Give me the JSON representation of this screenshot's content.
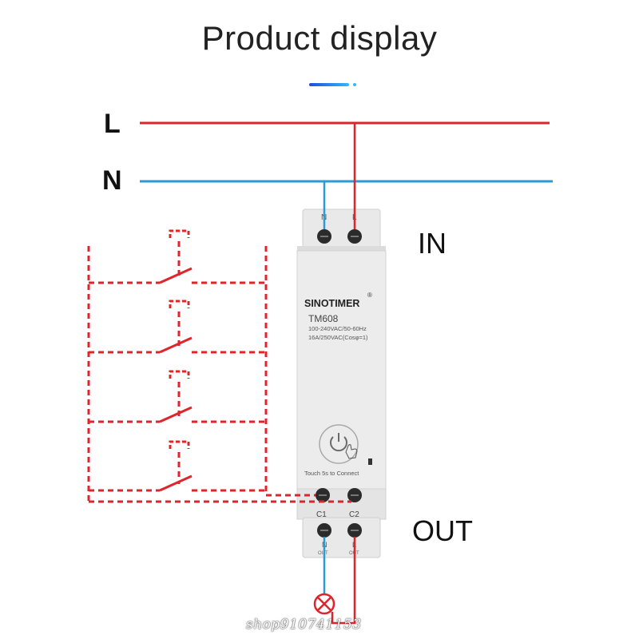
{
  "title": "Product display",
  "lines": {
    "live_label": "L",
    "neutral_label": "N"
  },
  "labels": {
    "in": "IN",
    "out": "OUT"
  },
  "device": {
    "brand": "SINOTIMER",
    "registered": "®",
    "model": "TM608",
    "spec_voltage": "100-240VAC/50-60Hz",
    "spec_current": "16A/250VAC(Cosφ=1)",
    "touch_text": "Touch 5s to Connect",
    "top_terminal_n": "N",
    "top_terminal_l": "L",
    "c1": "C1",
    "c2": "C2",
    "bottom_n": "N",
    "bottom_l": "L",
    "out_small_1": "OUT",
    "out_small_2": "OUT"
  },
  "colors": {
    "live": "#e0242c",
    "neutral": "#2b9bd6",
    "switch": "#e0242c"
  },
  "watermark": "shop910741153"
}
